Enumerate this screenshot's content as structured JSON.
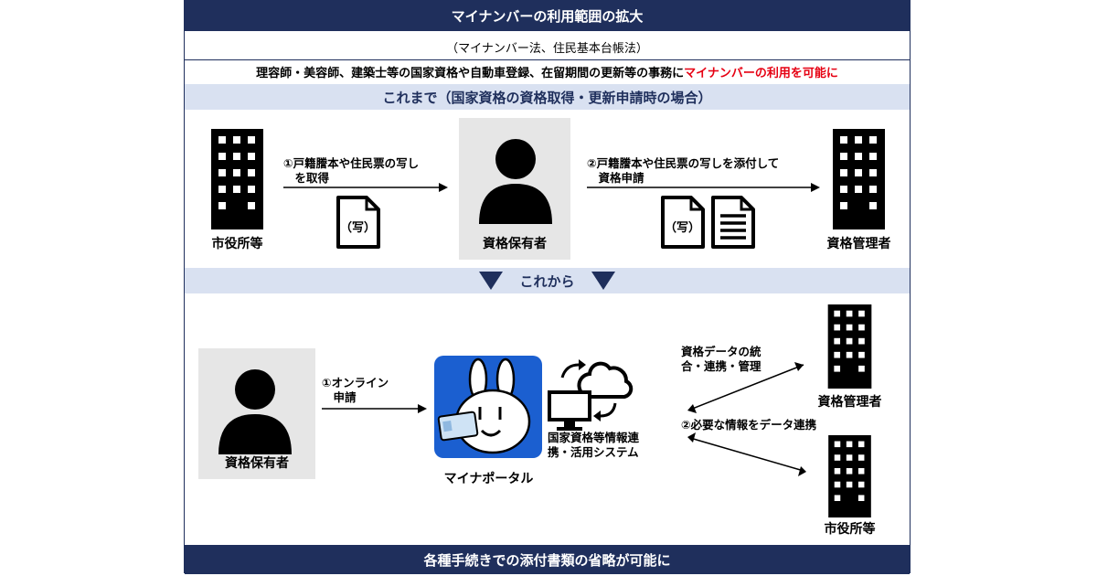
{
  "header": {
    "title": "マイナンバーの利用範囲の拡大",
    "subtitle": "（マイナンバー法、住民基本台帳法）",
    "scope_text": "理容師・美容師、建築士等の国家資格や自動車登録、在留期間の更新等の事務に",
    "scope_highlight": "マイナンバーの利用を可能に"
  },
  "before": {
    "heading": "これまで（国家資格の資格取得・更新申請時の場合）",
    "city_office": "市役所等",
    "holder": "資格保有者",
    "manager": "資格管理者",
    "step1": "①戸籍謄本や住民票の写し\n　を取得",
    "step2": "②戸籍謄本や住民票の写しを添付して\n　資格申請",
    "copy_mark": "（写）"
  },
  "after": {
    "heading": "これから",
    "holder": "資格保有者",
    "step1": "①オンライン\n　申請",
    "portal": "マイナポータル",
    "system": "国家資格等情報連\n携・活用システム",
    "integration": "資格データの統\n合・連携・管理",
    "step2": "②必要な情報をデータ連携",
    "manager": "資格管理者",
    "city_office": "市役所等"
  },
  "footer": {
    "text": "各種手続きでの添付書類の省略が可能に"
  },
  "colors": {
    "navy": "#1f2f5c",
    "light_band": "#d9e1f1",
    "highlight_red": "#e60012",
    "portal_blue": "#1b5fd0"
  }
}
